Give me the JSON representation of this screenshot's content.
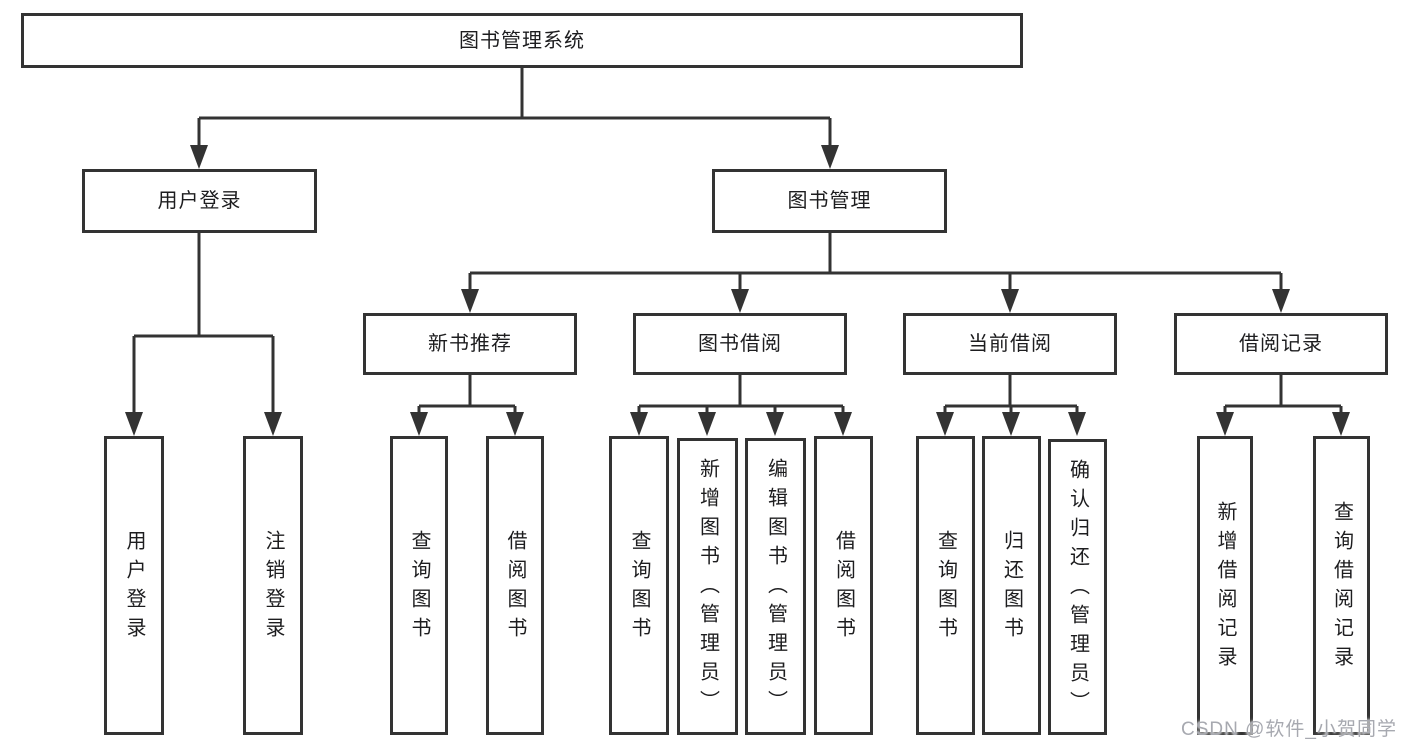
{
  "diagram": {
    "nodes": {
      "root": "图书管理系统",
      "user_login": "用户登录",
      "book_mgmt": "图书管理",
      "new_book_rec": "新书推荐",
      "book_borrow": "图书借阅",
      "current_borrow": "当前借阅",
      "borrow_records": "借阅记录",
      "leaf_user_login": "用户登录",
      "leaf_logout": "注销登录",
      "leaf_query_book_1": "查询图书",
      "leaf_borrow_book_1": "借阅图书",
      "leaf_query_book_2": "查询图书",
      "leaf_add_book": "新增图书（管理员）",
      "leaf_edit_book": "编辑图书（管理员）",
      "leaf_borrow_book_2": "借阅图书",
      "leaf_query_book_3": "查询图书",
      "leaf_return_book": "归还图书",
      "leaf_confirm_return": "确认归还（管理员）",
      "leaf_add_record": "新增借阅记录",
      "leaf_query_record": "查询借阅记录"
    },
    "colors": {
      "line": "#333333",
      "text": "#1d1d1f",
      "watermark": "#a7a9b0"
    },
    "watermark": "CSDN @软件_小贺同学"
  }
}
